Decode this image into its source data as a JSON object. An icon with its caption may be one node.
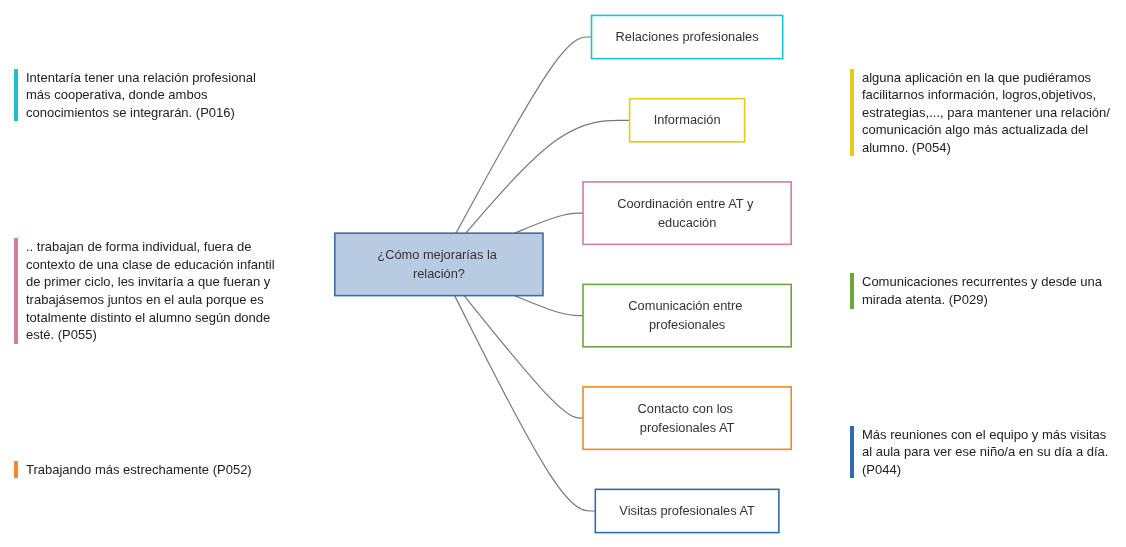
{
  "diagram": {
    "nodes": [
      {
        "text": [
          "Relaciones profesionales"
        ]
      },
      {
        "text": [
          "Información"
        ]
      },
      {
        "text": [
          "Coordinación entre AT y educación"
        ]
      },
      {
        "text": [
          "¿Cómo mejorarías la relación?"
        ]
      },
      {
        "text": [
          "Comunicación entre profesionales"
        ]
      },
      {
        "text": [
          "Contacto con los profesionales AT"
        ]
      },
      {
        "text": [
          "Visitas profesionales AT"
        ]
      }
    ],
    "edges": [
      {
        "from": 3,
        "to": 0,
        "arrow": "none"
      },
      {
        "from": 3,
        "to": 1,
        "arrow": "none"
      },
      {
        "from": 3,
        "to": 2,
        "arrow": "none"
      },
      {
        "from": 3,
        "to": 4,
        "arrow": "none"
      },
      {
        "from": 3,
        "to": 5,
        "arrow": "none"
      },
      {
        "from": 3,
        "to": 6,
        "arrow": "none"
      }
    ],
    "labels": [
      "alguna aplicación en la que pudiéramos facilitarnos información, logros,objetivos, estrategias,..., para mantener una relación/ comunicación algo más actualizada del alumno. (P054)",
      "Intentaría tener una relación profesional más cooperativa, donde ambos conocimientos se integrarán. (P016)",
      "Comunicaciones recurrentes y desde una mirada atenta. (P029)",
      ".. trabajan de forma individual, fuera de contexto de una clase de educación infantil de primer ciclo, les invitaría a que fueran y trabajásemos juntos en el aula porque es totalmente distinto el alumno según donde esté. (P055)",
      "Más reuniones con el equipo y más visitas al aula para ver ese niño/a en su día a día. (P044)",
      "Trabajando más estrechamente (P052)"
    ]
  }
}
